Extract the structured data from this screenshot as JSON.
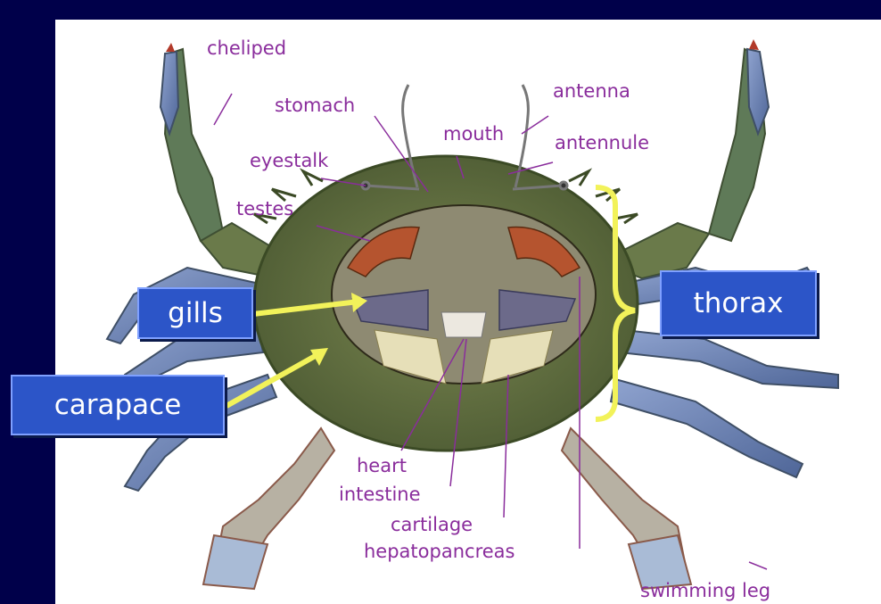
{
  "diagram": {
    "anatomy_labels": {
      "cheliped": "cheliped",
      "stomach": "stomach",
      "antenna": "antenna",
      "mouth": "mouth",
      "antennule": "antennule",
      "eyestalk": "eyestalk",
      "testes": "testes",
      "heart": "heart",
      "intestine": "intestine",
      "cartilage": "cartilage",
      "hepatopancreas": "hepatopancreas",
      "swimming_leg": "swimming leg"
    },
    "callouts": {
      "gills": "gills",
      "carapace": "carapace",
      "thorax": "thorax"
    }
  },
  "colors": {
    "slide_background": "#00004a",
    "callout_fill": "#2c55c8",
    "callout_border": "#7fa0ff",
    "arrow": "#f2f25a",
    "anatomy_label": "#8a2d9c",
    "shell_green": "#5a6b3c",
    "leg_blue": "#6f86b8"
  }
}
